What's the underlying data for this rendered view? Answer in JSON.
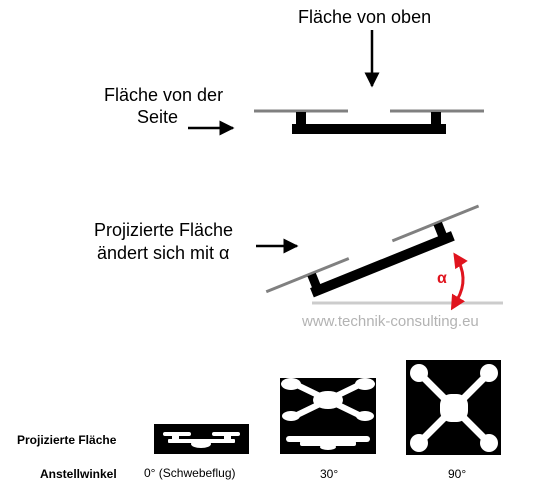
{
  "labels": {
    "top_view": "Fläche von oben",
    "side_view_line1": "Fläche von der",
    "side_view_line2": "Seite",
    "projected_line1": "Projizierte Fläche",
    "projected_line2": "ändert sich mit α",
    "alpha": "α",
    "watermark": "www.technik-consulting.eu"
  },
  "table": {
    "row_projected": "Projizierte Fläche",
    "row_angle": "Anstellwinkel",
    "angles": [
      "0° (Schwebeflug)",
      "30°",
      "90°"
    ]
  },
  "colors": {
    "drone": "#000000",
    "rotor": "#808080",
    "ground": "#cccccc",
    "alpha_arrow": "#e0141e",
    "watermark": "#b3b3b3"
  }
}
